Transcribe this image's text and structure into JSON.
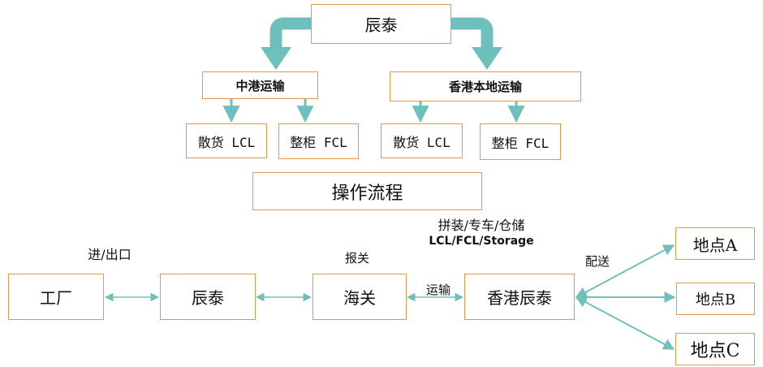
{
  "colors": {
    "arrow": "#6fc0bd",
    "box_border": "#e29a4a",
    "text": "#111111"
  },
  "top": {
    "root": "辰泰",
    "left_branch": "中港运输",
    "right_branch": "香港本地运输",
    "left_children": [
      "散货 LCL",
      "整柜 FCL"
    ],
    "right_children": [
      "散货 LCL",
      "整柜 FCL"
    ]
  },
  "process_title": "操作流程",
  "flow": {
    "nodes": [
      "工厂",
      "辰泰",
      "海关",
      "香港辰泰"
    ],
    "edge_labels": [
      "进/出口",
      "报关",
      "运输"
    ],
    "service_label_cn": "拼装/专车/仓储",
    "service_label_en": "LCL/FCL/Storage",
    "delivery_label": "配送",
    "destinations": [
      "地点A",
      "地点B",
      "地点C"
    ]
  }
}
